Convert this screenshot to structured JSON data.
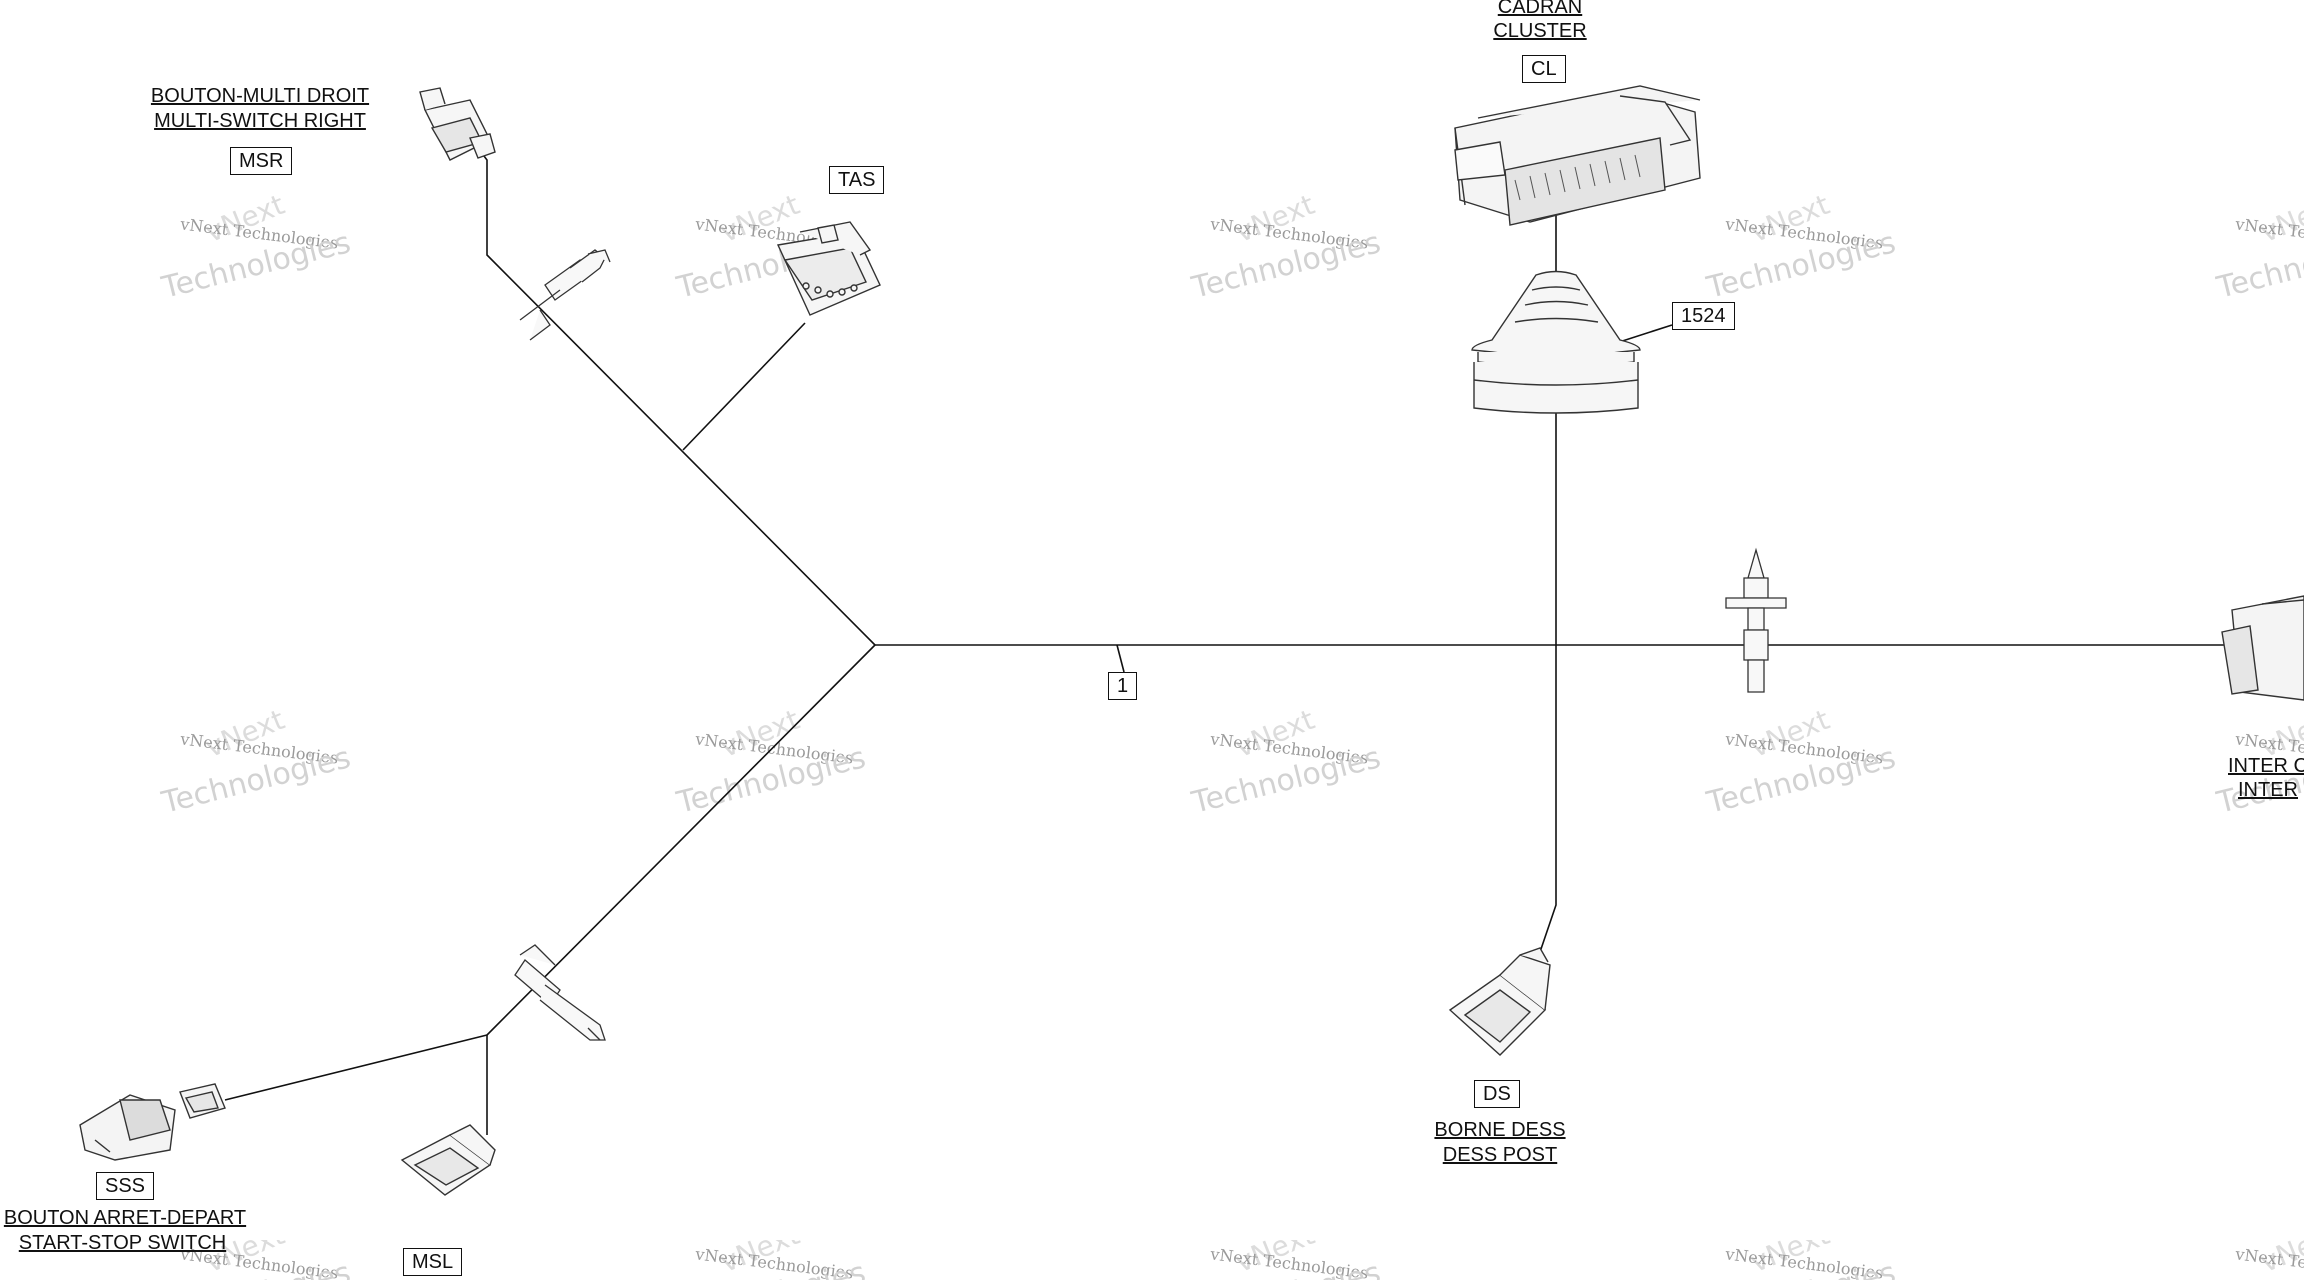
{
  "connectors": {
    "msr": {
      "code": "MSR",
      "line1": "BOUTON-MULTI DROIT",
      "line2": "MULTI-SWITCH RIGHT"
    },
    "tas": {
      "code": "TAS"
    },
    "cl": {
      "code": "CL",
      "line1": "CADRAN",
      "line2": "CLUSTER"
    },
    "ds": {
      "code": "DS",
      "line1": "BORNE DESS",
      "line2": "DESS POST"
    },
    "sss": {
      "code": "SSS",
      "line1": "BOUTON ARRET-DEPART",
      "line2": "START-STOP SWITCH"
    },
    "msl": {
      "code": "MSL"
    },
    "inter": {
      "line1": "INTER C",
      "line2": "INTER"
    }
  },
  "callouts": {
    "harness": "1",
    "grommet": "1524"
  },
  "watermark": {
    "line1": "vNext Technologies",
    "line2": "Technologies",
    "line3": "vNext"
  },
  "colors": {
    "line": "#111111",
    "part": "#333333",
    "watermark": "#c8c8c8"
  }
}
